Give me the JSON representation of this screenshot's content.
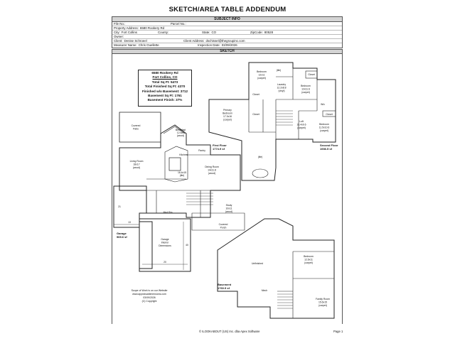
{
  "page": {
    "title": "SKETCH/AREA TABLE ADDENDUM"
  },
  "subject": {
    "header": "SUBJECT INFO",
    "file_no_label": "File No.:",
    "file_no": "",
    "parcel_no_label": "Parcel No.:",
    "parcel_no": "",
    "property_address_label": "Property Address:",
    "property_address": "6580 Rookery Rd",
    "city_label": "City:",
    "city": "Fort Collins",
    "county_label": "County:",
    "county": "",
    "state_label": "State:",
    "state": "CO",
    "zip_label": "ZipCode:",
    "zip": "80528",
    "owner_label": "Owner:",
    "owner": "",
    "client_label": "Client:",
    "client": "Denise Schroeel",
    "client_address_label": "Client Address:",
    "client_address": "dschissel@thegroupinc.com",
    "measurer_label": "Measurer Name:",
    "measurer": "Chris Ouellette",
    "inspection_date_label": "Inspection Date:",
    "inspection_date": "03/09/2026"
  },
  "sketch": {
    "header": "SKETCH",
    "summary": {
      "address": "6580 Rookery Rd",
      "city": "Fort Collins, CO",
      "total_sqft": "Total Sq Ft: 5473",
      "total_finished": "Total Finished Sq Ft: 4370",
      "finished_basement": "Finished w/o Basement: 3712",
      "basement_sqft": "Basement Sq Ft: 1761",
      "basement_finish": "Basement Finish: 37%"
    },
    "rooms": {
      "covered_patio": [
        "Covered",
        "Patio"
      ],
      "breakfast": [
        "Breakfast",
        "12.6x9",
        "(wood)"
      ],
      "living_room": [
        "Living Room",
        "18x17",
        "(wood)"
      ],
      "kitchen": [
        "Kitchen",
        "16.4x15",
        "(tile)"
      ],
      "pantry": "Pantry",
      "dining_room": [
        "Dining Room",
        "14x11.8",
        "(wood)"
      ],
      "study": [
        "Study",
        "10x11",
        "(wood)"
      ],
      "mud_rm": "Mud Rm",
      "covered_porch": [
        "Covered",
        "Porch"
      ],
      "garage_interior": [
        "Garage",
        "Interior",
        "Dimensions"
      ],
      "primary_bedroom": [
        "Primary",
        "Bedroom",
        "17.3x16",
        "(carpet)"
      ],
      "bedroom_a": [
        "Bedroom",
        "12x11",
        "(carpet)"
      ],
      "laundry": [
        "Laundry",
        "12.2x8.8",
        "(vinyl)"
      ],
      "bedroom_b": [
        "Bedroom",
        "12x11.6",
        "(carpet)"
      ],
      "loft": [
        "Loft",
        "16.4x9.6",
        "(carpet)"
      ],
      "bedroom_c": [
        "Bedroom",
        "11.5x10.6",
        "(carpet)"
      ],
      "unfinished": "Unfinished",
      "mech": "Mech",
      "bedroom_bsmt": [
        "Bedroom",
        "12.6x11",
        "(carpet)"
      ],
      "family_room": [
        "Family Room",
        "15.6x15",
        "(carpet)"
      ],
      "closet": "Closet",
      "tile": "(tile)",
      "wic": "W/c"
    },
    "area_labels": {
      "first_floor": [
        "First Floor",
        "1774.9 sf"
      ],
      "second_floor": [
        "Second Floor",
        "1936.5 sf"
      ],
      "garage": [
        "Garage",
        "965.6 sf"
      ],
      "basement": [
        "Basement",
        "1760.9 sf"
      ]
    },
    "dims": {
      "garage_width": "20",
      "garage_depth": "40",
      "garage_small": "13",
      "garage_side": "21"
    },
    "scope": {
      "line1": "Scope of Work is on our Website",
      "line2": "www.appraisaldimensions.com",
      "line3": "03/09/2026",
      "line4": "(C) Copyright"
    }
  },
  "footer": {
    "software": "© ILOOKABOUT (US) Inc. dba Apex Software",
    "page": "Page 1"
  }
}
